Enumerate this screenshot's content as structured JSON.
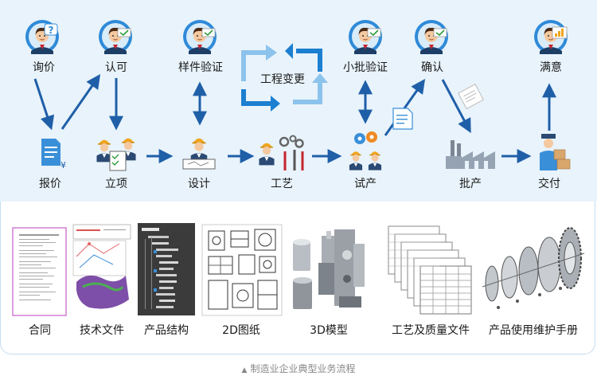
{
  "caption": "制造业企业典型业务流程",
  "caption_icon": "triangle-up-icon",
  "colors": {
    "arrow": "#1f5fa8",
    "cycle": "#1c7fd0",
    "cycle_light": "#8cc3ec",
    "panel": "#e8f3fb",
    "border": "#c4dcef"
  },
  "top_row": [
    {
      "id": "inquiry",
      "label": "询价",
      "icon": "customer-question-icon"
    },
    {
      "id": "approve",
      "label": "认可",
      "icon": "customer-check-icon"
    },
    {
      "id": "sample",
      "label": "样件验证",
      "icon": "customer-check-icon"
    },
    {
      "id": "change",
      "label": "工程变更",
      "icon": "cycle-arrows-icon"
    },
    {
      "id": "pilot-verify",
      "label": "小批验证",
      "icon": "customer-check-icon"
    },
    {
      "id": "confirm",
      "label": "确认",
      "icon": "customer-check-icon"
    },
    {
      "id": "satisfy",
      "label": "满意",
      "icon": "customer-happy-icon"
    }
  ],
  "bottom_row": [
    {
      "id": "quote",
      "label": "报价",
      "icon": "quote-document-icon"
    },
    {
      "id": "project",
      "label": "立项",
      "icon": "team-meeting-icon"
    },
    {
      "id": "design",
      "label": "设计",
      "icon": "engineer-drawing-icon"
    },
    {
      "id": "process",
      "label": "工艺",
      "icon": "worker-tools-icon"
    },
    {
      "id": "trial",
      "label": "试产",
      "icon": "workers-gears-icon"
    },
    {
      "id": "mass",
      "label": "批产",
      "icon": "factory-icon"
    },
    {
      "id": "deliver",
      "label": "交付",
      "icon": "delivery-person-icon"
    }
  ],
  "documents": [
    {
      "id": "contract",
      "label": "合同",
      "icon": "contract-thumbnail-icon"
    },
    {
      "id": "tech",
      "label": "技术文件",
      "icon": "tech-file-thumbnail-icon"
    },
    {
      "id": "bom",
      "label": "产品结构",
      "icon": "product-structure-thumbnail-icon"
    },
    {
      "id": "drawing",
      "label": "2D图纸",
      "icon": "2d-drawing-thumbnail-icon"
    },
    {
      "id": "model",
      "label": "3D模型",
      "icon": "3d-model-thumbnail-icon"
    },
    {
      "id": "quality",
      "label": "工艺及质量文件",
      "icon": "process-quality-files-thumbnail-icon"
    },
    {
      "id": "manual",
      "label": "产品使用维护手册",
      "icon": "manual-thumbnail-icon"
    }
  ]
}
